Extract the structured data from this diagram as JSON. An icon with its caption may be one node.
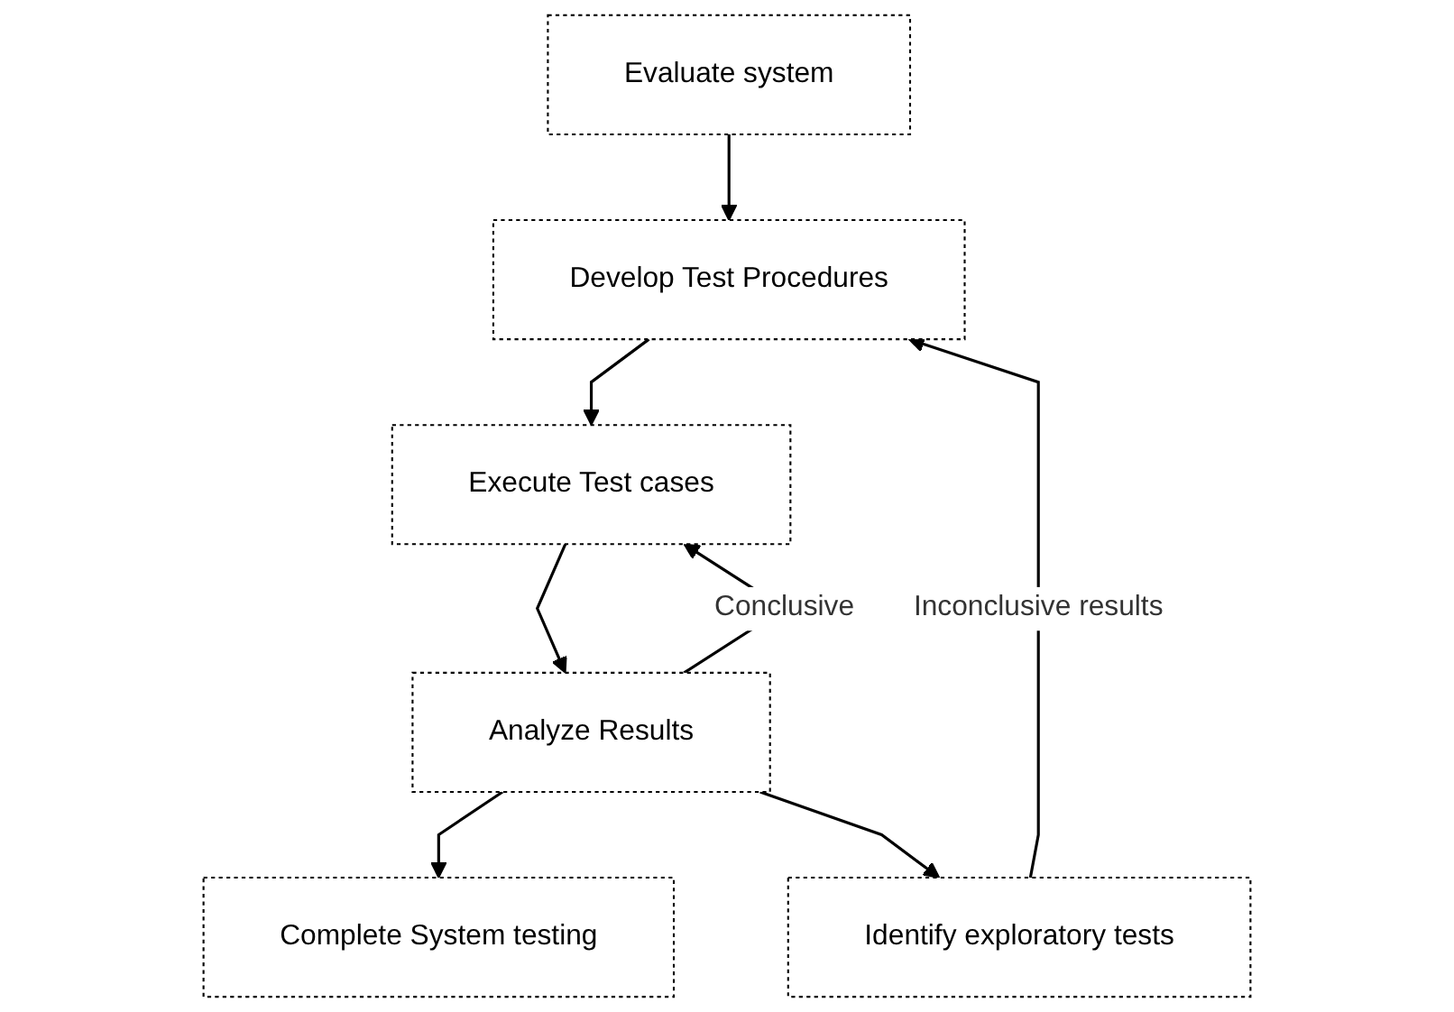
{
  "diagram": {
    "nodes": [
      {
        "text": [
          "Evaluate system"
        ]
      },
      {
        "text": [
          "Develop Test Procedures"
        ]
      },
      {
        "text": [
          "Execute Test cases"
        ]
      },
      {
        "text": [
          "Analyze Results"
        ]
      },
      {
        "text": [
          "Complete System testing"
        ]
      },
      {
        "text": [
          "Identify exploratory tests"
        ]
      }
    ],
    "edges": [
      {
        "from": 0,
        "to": 1,
        "arrow": "to"
      },
      {
        "from": 1,
        "to": 2,
        "arrow": "to"
      },
      {
        "from": 2,
        "to": 3,
        "arrow": "to"
      },
      {
        "from": 3,
        "to": 4,
        "arrow": "to"
      },
      {
        "from": 3,
        "to": 5,
        "arrow": "to"
      },
      {
        "from": 5,
        "to": 1,
        "arrow": "to",
        "label": "Inconclusive results"
      },
      {
        "from": 3,
        "to": 2,
        "arrow": "to",
        "label": "Conclusive"
      }
    ]
  }
}
